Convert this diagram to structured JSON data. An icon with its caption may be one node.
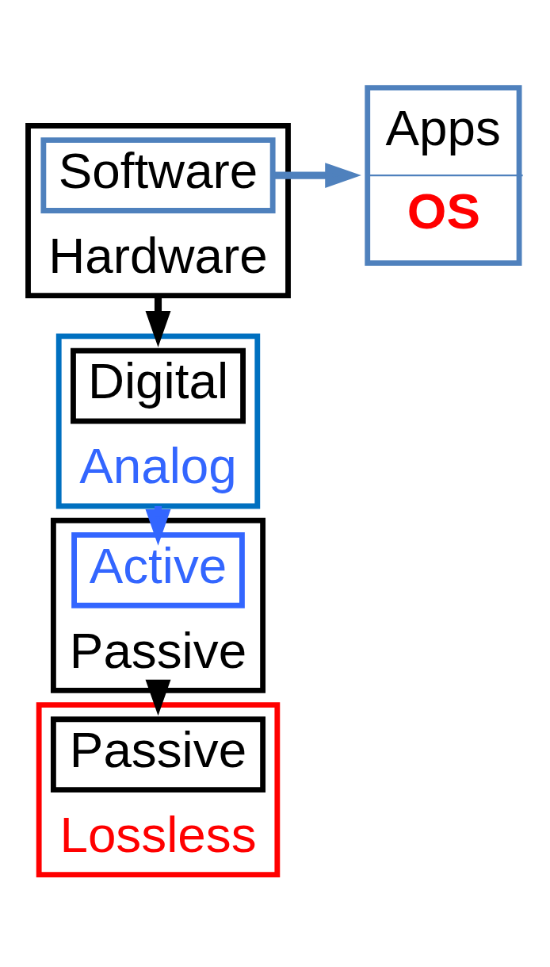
{
  "diagram": {
    "nodes": [
      {
        "text": [
          "Hardware"
        ]
      },
      {
        "text": [
          "Software"
        ],
        "in": 0
      },
      {
        "text": [
          "Apps",
          "OS"
        ]
      },
      {
        "text": [
          "Analog"
        ]
      },
      {
        "text": [
          "Digital"
        ],
        "in": 3
      },
      {
        "text": [
          "Passive"
        ]
      },
      {
        "text": [
          "Active"
        ],
        "in": 5
      },
      {
        "text": [
          "Lossless"
        ]
      },
      {
        "text": [
          "Passive"
        ],
        "in": 7
      }
    ],
    "edges": [
      {
        "from": 1,
        "to": 2,
        "arrow": "to",
        "color": "#4f81bd"
      },
      {
        "from": 0,
        "to": 3,
        "arrow": "to",
        "color": "#000000"
      },
      {
        "from": 3,
        "to": 6,
        "arrow": "to",
        "color": "#3366ff"
      },
      {
        "from": 5,
        "to": 7,
        "arrow": "to",
        "color": "#000000"
      }
    ]
  }
}
